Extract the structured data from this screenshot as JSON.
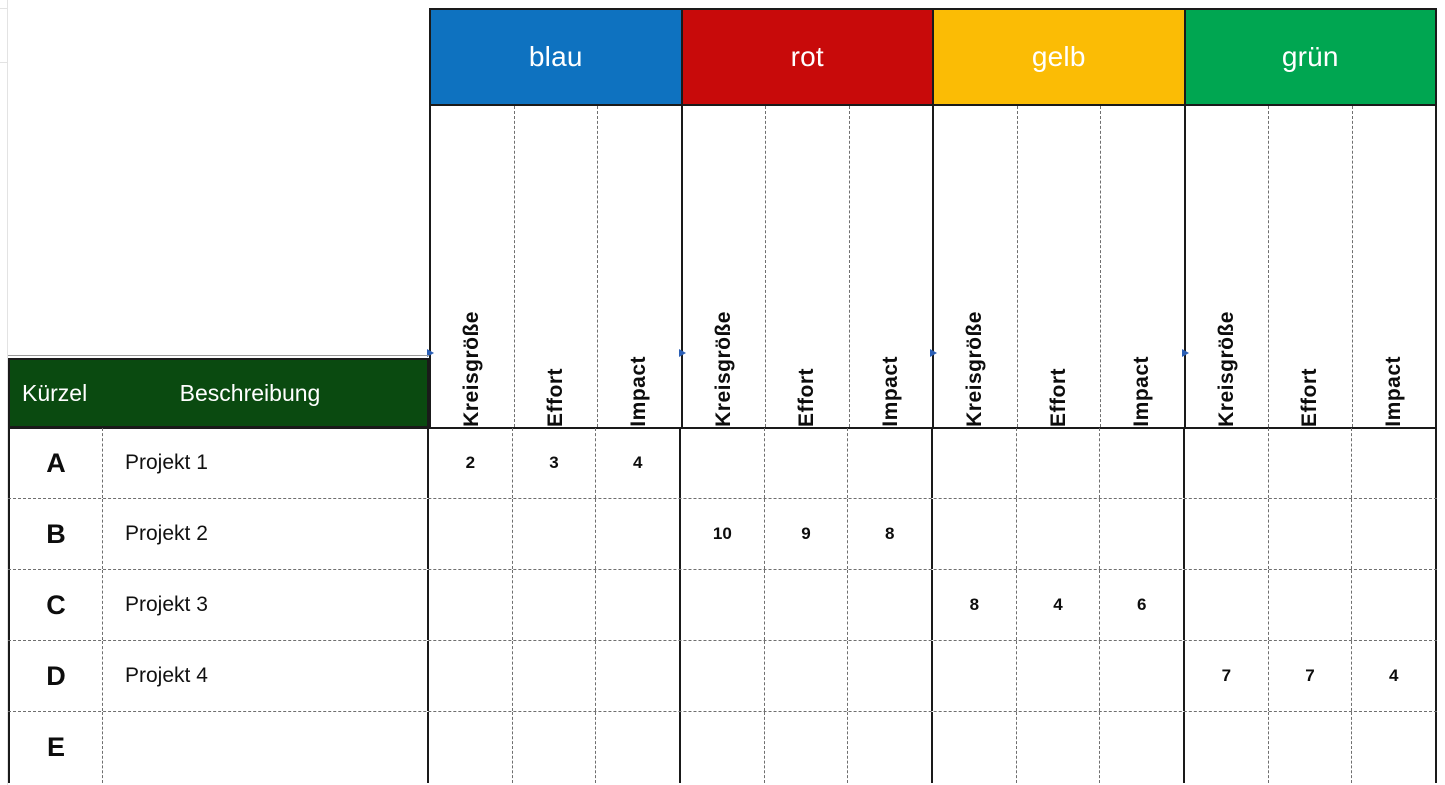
{
  "table": {
    "left_header": {
      "kuerzel_label": "Kürzel",
      "beschreibung_label": "Beschreibung",
      "background_color": "#0a4a10"
    },
    "color_groups": [
      {
        "label": "blau",
        "color": "#0e72c0"
      },
      {
        "label": "rot",
        "color": "#c80a0a"
      },
      {
        "label": "gelb",
        "color": "#fbbc05"
      },
      {
        "label": "grün",
        "color": "#00a651"
      }
    ],
    "metric_columns": [
      "Kreisgröße",
      "Effort",
      "Impact"
    ],
    "rows": [
      {
        "kuerzel": "A",
        "beschreibung": "Projekt 1",
        "values": {
          "blau": [
            "2",
            "3",
            "4"
          ],
          "rot": [
            "",
            "",
            ""
          ],
          "gelb": [
            "",
            "",
            ""
          ],
          "gruen": [
            "",
            "",
            ""
          ]
        }
      },
      {
        "kuerzel": "B",
        "beschreibung": "Projekt 2",
        "values": {
          "blau": [
            "",
            "",
            ""
          ],
          "rot": [
            "10",
            "9",
            "8"
          ],
          "gelb": [
            "",
            "",
            ""
          ],
          "gruen": [
            "",
            "",
            ""
          ]
        }
      },
      {
        "kuerzel": "C",
        "beschreibung": "Projekt 3",
        "values": {
          "blau": [
            "",
            "",
            ""
          ],
          "rot": [
            "",
            "",
            ""
          ],
          "gelb": [
            "8",
            "4",
            "6"
          ],
          "gruen": [
            "",
            "",
            ""
          ]
        }
      },
      {
        "kuerzel": "D",
        "beschreibung": "Projekt 4",
        "values": {
          "blau": [
            "",
            "",
            ""
          ],
          "rot": [
            "",
            "",
            ""
          ],
          "gelb": [
            "",
            "",
            ""
          ],
          "gruen": [
            "7",
            "7",
            "4"
          ]
        }
      },
      {
        "kuerzel": "E",
        "beschreibung": "",
        "values": {
          "blau": [
            "",
            "",
            ""
          ],
          "rot": [
            "",
            "",
            ""
          ],
          "gelb": [
            "",
            "",
            ""
          ],
          "gruen": [
            "",
            "",
            ""
          ]
        }
      }
    ]
  },
  "chart_data": {
    "type": "table",
    "title": "",
    "categories": [
      "blau",
      "rot",
      "gelb",
      "grün"
    ],
    "metrics": [
      "Kreisgröße",
      "Effort",
      "Impact"
    ],
    "row_keys": [
      "A",
      "B",
      "C",
      "D",
      "E"
    ],
    "row_labels": [
      "Projekt 1",
      "Projekt 2",
      "Projekt 3",
      "Projekt 4",
      ""
    ],
    "series": [
      {
        "name": "blau — Projekt 1 (A)",
        "Kreisgröße": 2,
        "Effort": 3,
        "Impact": 4
      },
      {
        "name": "rot — Projekt 2 (B)",
        "Kreisgröße": 10,
        "Effort": 9,
        "Impact": 8
      },
      {
        "name": "gelb — Projekt 3 (C)",
        "Kreisgröße": 8,
        "Effort": 4,
        "Impact": 6
      },
      {
        "name": "grün — Projekt 4 (D)",
        "Kreisgröße": 7,
        "Effort": 7,
        "Impact": 4
      }
    ]
  }
}
